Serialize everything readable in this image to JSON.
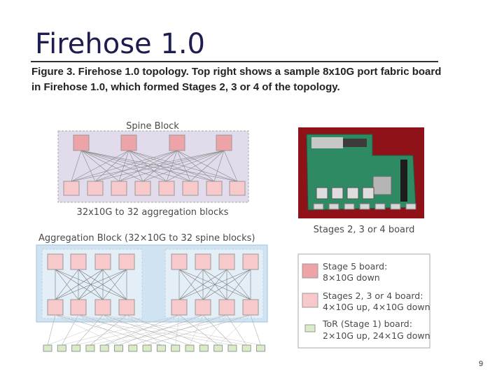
{
  "slide": {
    "title": "Firehose 1.0",
    "caption": "Figure 3. Firehose 1.0 topology. Top right shows a sample 8x10G port fabric board in Firehose 1.0, which formed Stages 2, 3 or 4 of the topology.",
    "page_number": "9"
  },
  "figure": {
    "spine_block_label": "Spine Block",
    "spine_link_label": "32x10G to 32 aggregation blocks",
    "aggregation_block_label": "Aggregation Block (32×10G to 32 spine blocks)",
    "photo_caption": "Stages 2, 3 or 4 board",
    "legend": [
      {
        "line1": "Stage 5 board:",
        "line2": "8×10G down",
        "color": "#eea3a8"
      },
      {
        "line1": "Stages 2, 3 or 4 board:",
        "line2": "4×10G up, 4×10G down",
        "color": "#f7c9cb"
      },
      {
        "line1": "ToR (Stage 1) board:",
        "line2": "2×10G up, 24×1G down",
        "color": "#d8ecc7"
      }
    ]
  },
  "colors": {
    "stage5_board": "#eea3a8",
    "stage234_board": "#f7c9cb",
    "tor_board": "#d8ecc7",
    "spine_block_bg": "#e1dbeb",
    "aggregation_block_bg": "#cfe3f2"
  }
}
